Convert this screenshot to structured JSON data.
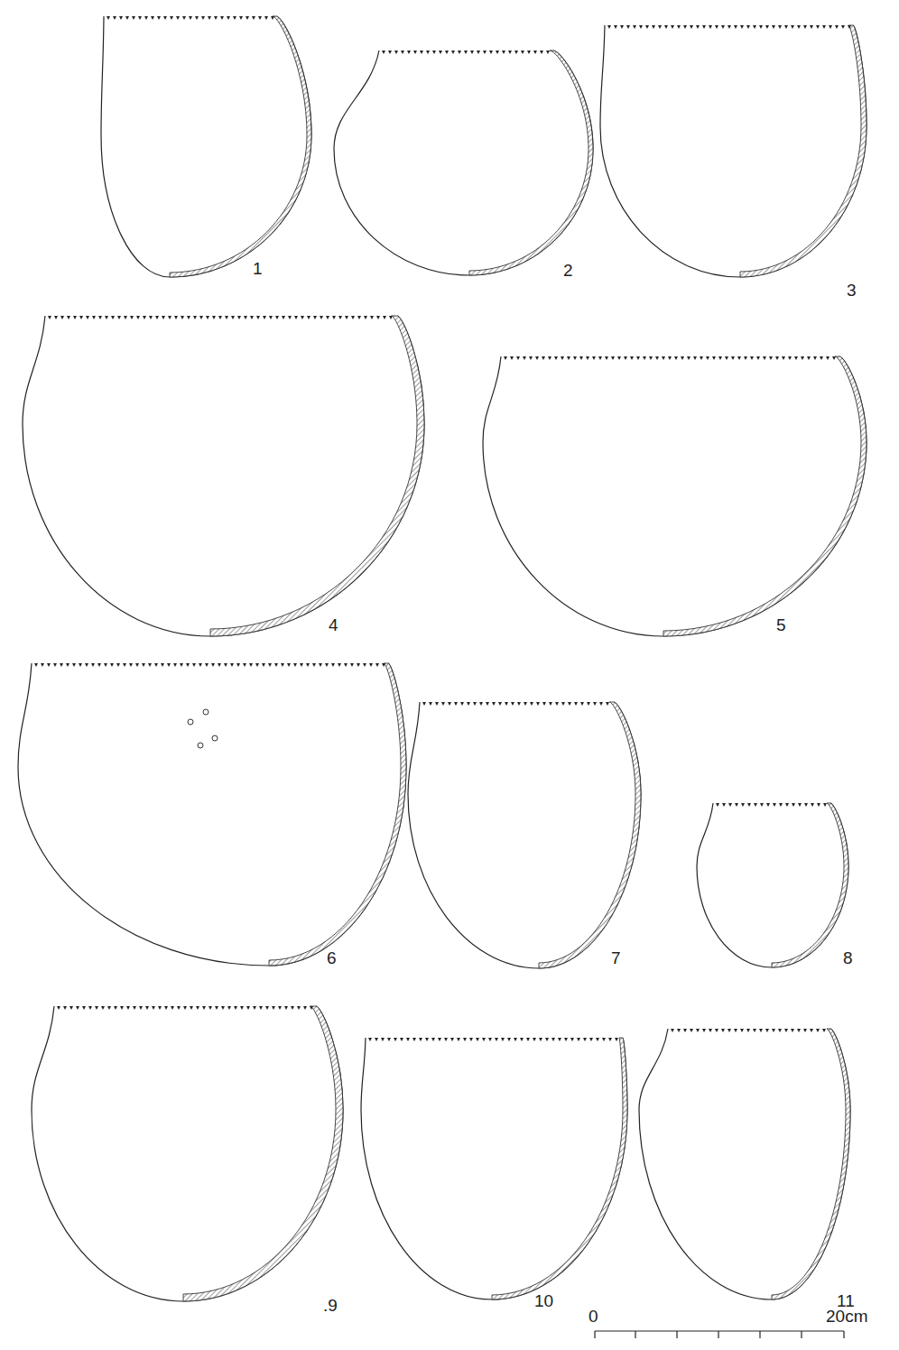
{
  "diagram": {
    "labels": [
      "1",
      "2",
      "3",
      "4",
      "5",
      "6",
      "7",
      "8",
      ".9",
      "10",
      "11",
      "0",
      "20cm"
    ]
  }
}
